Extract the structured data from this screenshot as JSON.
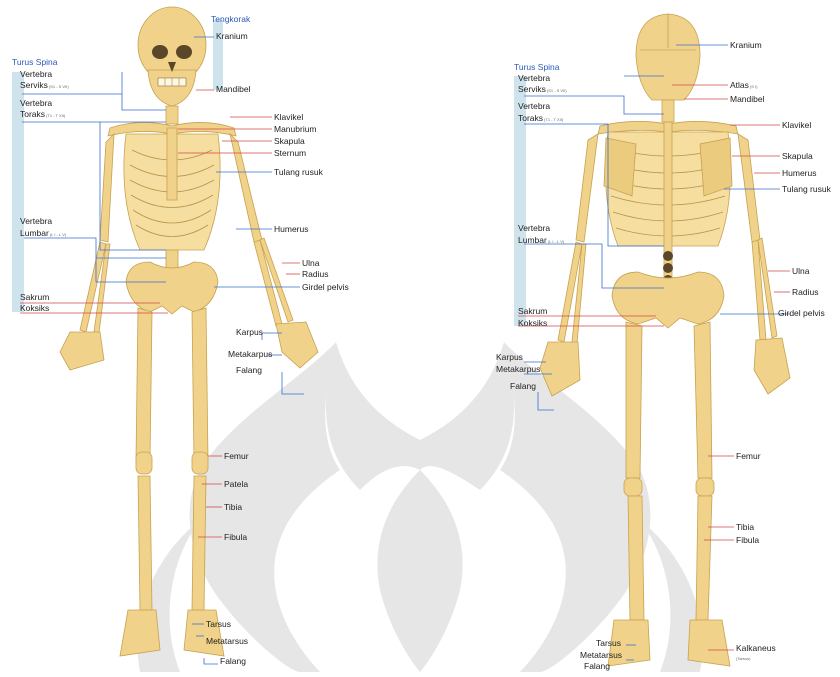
{
  "colors": {
    "bone": "#f0d28a",
    "bone_edge": "#c7a24f",
    "rib_shadow": "#b89248",
    "watermark": "#c8c8c8",
    "line_blue": "#3a6fcf",
    "line_red": "#d34a4a",
    "spine_bar": "#cfe3ec",
    "heading_blue": "#2b58b8"
  },
  "front_view": {
    "labels": {
      "tengkorak": "Tengkorak",
      "kranium": "Kranium",
      "turus_spina": "Turus Spina",
      "vertebra_serviks_1": "Vertebra",
      "vertebra_serviks_2": "Serviks",
      "serviks_range": "(S1 - S VII)",
      "mandibel": "Mandibel",
      "vertebra_toraks_1": "Vertebra",
      "vertebra_toraks_2": "Toraks",
      "toraks_range": "(T1 - T XII)",
      "klavikel": "Klavikel",
      "manubrium": "Manubrium",
      "skapula": "Skapula",
      "sternum": "Sternum",
      "tulang_rusuk": "Tulang rusuk",
      "vertebra_lumbar_1": "Vertebra",
      "vertebra_lumbar_2": "Lumbar",
      "lumbar_range": "(L I - L V)",
      "humerus": "Humerus",
      "ulna": "Ulna",
      "radius": "Radius",
      "girdel_pelvis": "Girdel pelvis",
      "sakrum": "Sakrum",
      "koksiks": "Koksiks",
      "karpus": "Karpus",
      "metakarpus": "Metakarpus",
      "falang_hand": "Falang",
      "femur": "Femur",
      "patela": "Patela",
      "tibia": "Tibia",
      "fibula": "Fibula",
      "tarsus": "Tarsus",
      "metatarsus": "Metatarsus",
      "falang_foot": "Falang"
    }
  },
  "back_view": {
    "labels": {
      "kranium": "Kranium",
      "turus_spina": "Turus Spina",
      "vertebra_serviks_1": "Vertebra",
      "vertebra_serviks_2": "Serviks",
      "serviks_range": "(S1 - S VII)",
      "atlas": "Atlas",
      "atlas_range": "(S I)",
      "mandibel": "Mandibel",
      "vertebra_toraks_1": "Vertebra",
      "vertebra_toraks_2": "Toraks",
      "toraks_range": "(T1 - T XII)",
      "klavikel": "Klavikel",
      "skapula": "Skapula",
      "humerus": "Humerus",
      "tulang_rusuk": "Tulang rusuk",
      "vertebra_lumbar_1": "Vertebra",
      "vertebra_lumbar_2": "Lumbar",
      "lumbar_range": "(L I - L V)",
      "ulna": "Ulna",
      "radius": "Radius",
      "sakrum": "Sakrum",
      "koksiks": "Koksiks",
      "girdel_pelvis": "Girdel pelvis",
      "karpus": "Karpus",
      "metakarpus": "Metakarpus",
      "falang_hand": "Falang",
      "femur": "Femur",
      "tibia": "Tibia",
      "fibula": "Fibula",
      "tarsus": "Tarsus",
      "metatarsus": "Metatarsus",
      "falang_foot": "Falang",
      "kalkaneus": "Kalkaneus",
      "kalkaneus_sub": "(Tarsus)"
    }
  }
}
